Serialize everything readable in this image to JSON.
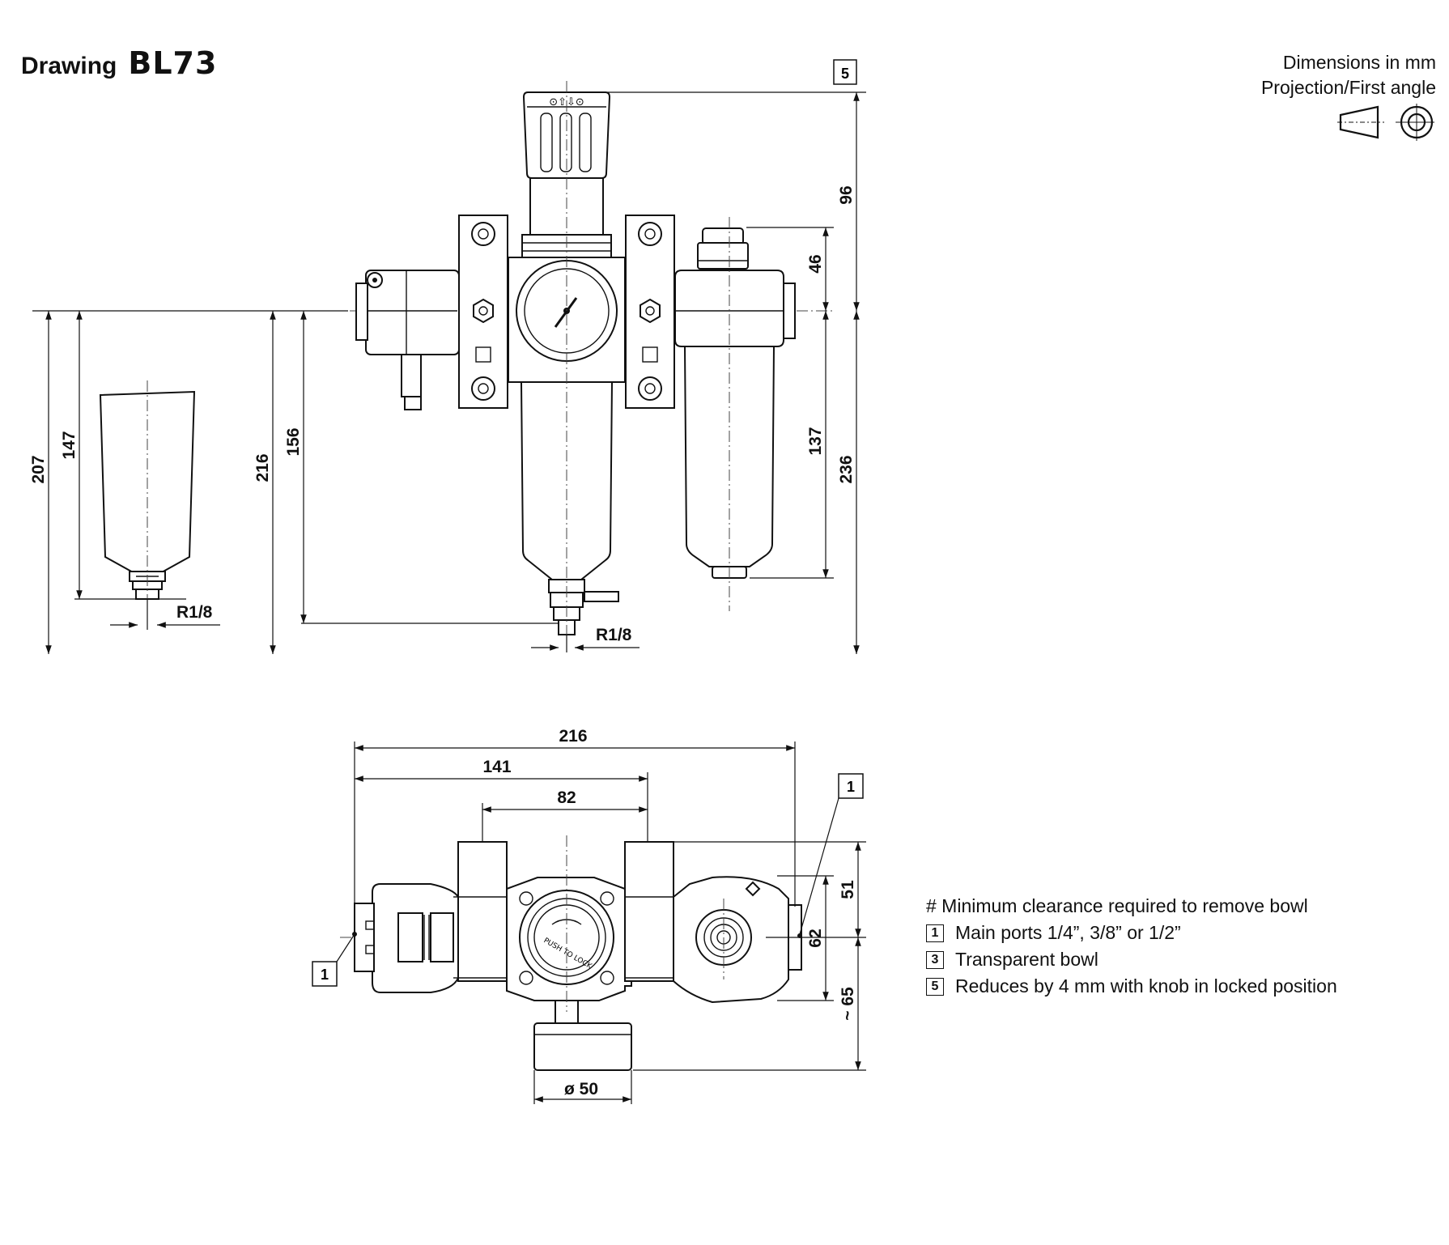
{
  "header": {
    "drawing_label": "Drawing",
    "model": "BL73",
    "units_line": "Dimensions in mm",
    "projection_line": "Projection/First angle"
  },
  "front_view": {
    "callout_5": "5",
    "dim_96": "96",
    "dim_46": "46",
    "dim_137": "137",
    "dim_236": "236",
    "dim_216": "216",
    "dim_156": "156",
    "dim_207": "207",
    "dim_147": "147",
    "port_bowl": "R1/8",
    "port_filter": "R1/8",
    "gauge_marks": "⊙⇧⇩⊙"
  },
  "top_view": {
    "dim_216": "216",
    "dim_141": "141",
    "dim_82": "82",
    "dim_51": "51",
    "dim_62": "62",
    "dim_65": "~ 65",
    "dim_dia50": "ø 50",
    "callout_1_left": "1",
    "callout_1_right": "1",
    "knob_text": "PUSH TO LOCK"
  },
  "notes": {
    "clearance": "# Minimum clearance required to remove bowl",
    "items": [
      {
        "num": "1",
        "text": "Main ports 1/4”, 3/8” or 1/2”"
      },
      {
        "num": "3",
        "text": "Transparent bowl"
      },
      {
        "num": "5",
        "text": "Reduces by 4 mm with knob in locked position"
      }
    ]
  }
}
